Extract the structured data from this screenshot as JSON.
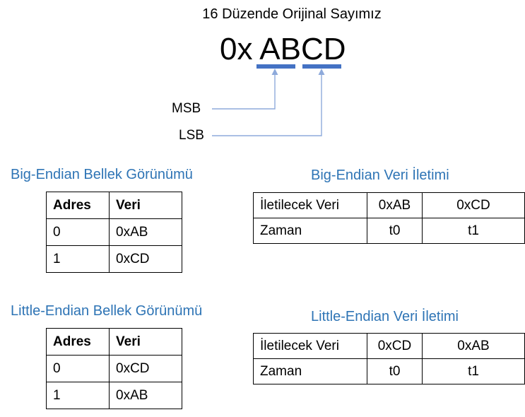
{
  "title": "16 Düzende Orijinal Sayımız",
  "hex_value": "0x ABCD",
  "labels": {
    "msb": "MSB",
    "lsb": "LSB"
  },
  "accent_color": "#2e74b5",
  "marker_color": "#4472c4",
  "big_endian": {
    "memory_title": "Big-Endian Bellek Görünümü",
    "memory_headers": [
      "Adres",
      "Veri"
    ],
    "memory_rows": [
      [
        "0",
        "0xAB"
      ],
      [
        "1",
        "0xCD"
      ]
    ],
    "transfer_title": "Big-Endian Veri İletimi",
    "transfer_rows": [
      [
        "İletilecek Veri",
        "0xAB",
        "0xCD"
      ],
      [
        "Zaman",
        "t0",
        "t1"
      ]
    ]
  },
  "little_endian": {
    "memory_title": "Little-Endian Bellek Görünümü",
    "memory_headers": [
      "Adres",
      "Veri"
    ],
    "memory_rows": [
      [
        "0",
        "0xCD"
      ],
      [
        "1",
        "0xAB"
      ]
    ],
    "transfer_title": "Little-Endian Veri İletimi",
    "transfer_rows": [
      [
        "İletilecek Veri",
        "0xCD",
        "0xAB"
      ],
      [
        "Zaman",
        "t0",
        "t1"
      ]
    ]
  }
}
